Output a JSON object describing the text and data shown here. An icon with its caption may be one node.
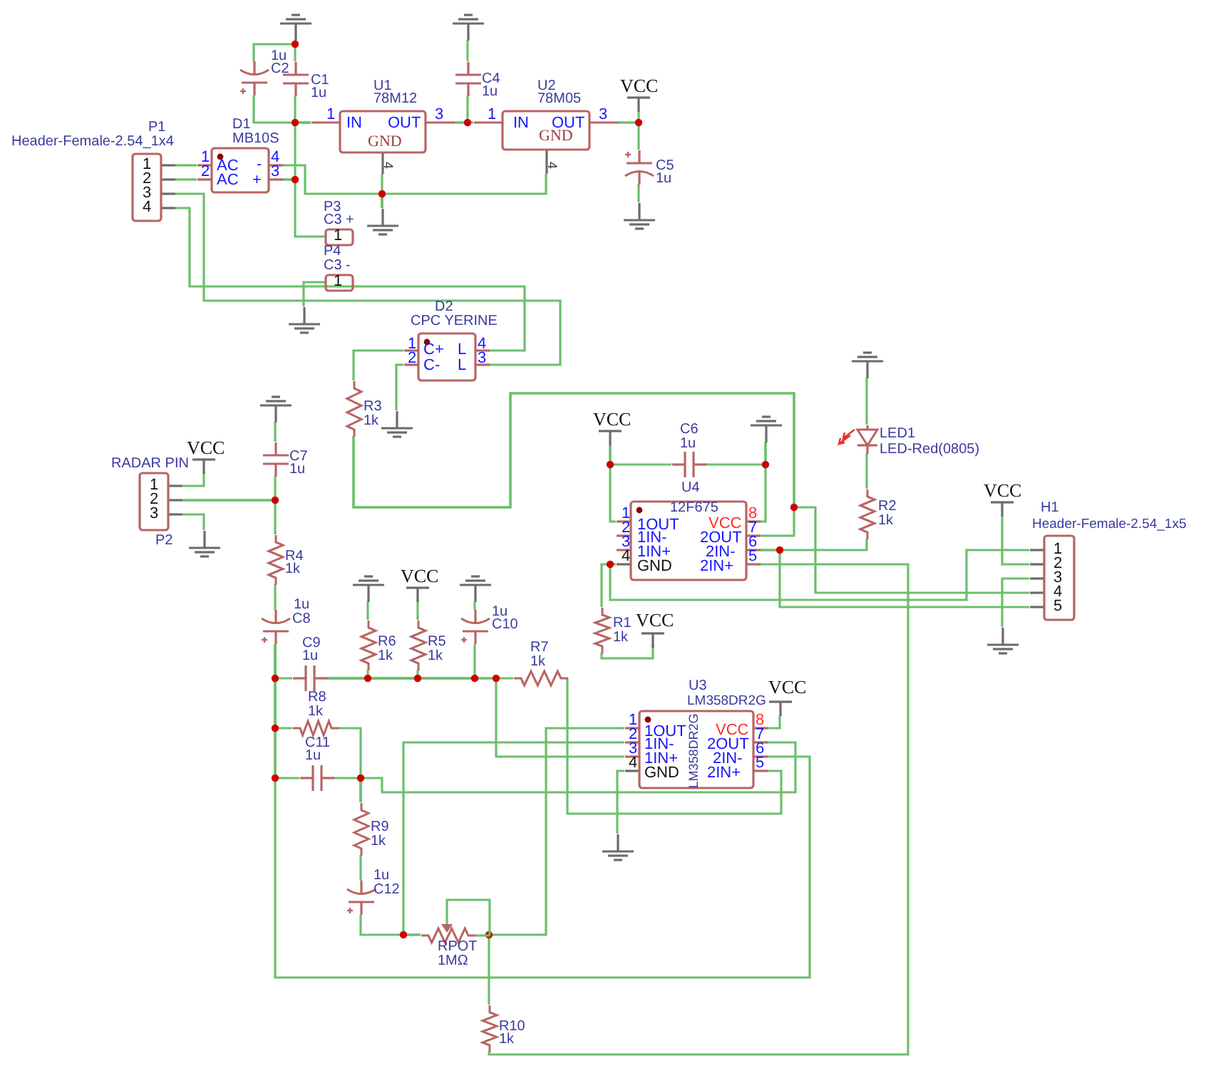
{
  "diagram": {
    "nodes": [
      {
        "text": [],
        "shape": "ground"
      },
      {
        "text": [
          "1u",
          "C2"
        ]
      },
      {
        "text": [
          "C1",
          "1u"
        ]
      },
      {
        "text": [
          "U1",
          "78M12",
          "1",
          "IN",
          "OUT",
          "3",
          "GND",
          "4"
        ]
      },
      {
        "text": [],
        "shape": "ground"
      },
      {
        "text": [
          "C4",
          "1u"
        ]
      },
      {
        "text": [
          "U2",
          "78M05",
          "1",
          "IN",
          "OUT",
          "3",
          "GND",
          "4"
        ]
      },
      {
        "text": [
          "VCC"
        ]
      },
      {
        "text": [
          "C5",
          "1u"
        ]
      },
      {
        "text": [],
        "shape": "ground"
      },
      {
        "text": [
          "P1",
          "Header-Female-2.54_1x4",
          "1",
          "2",
          "3",
          "4"
        ]
      },
      {
        "text": [
          "D1",
          "MB10S",
          "1",
          "2",
          "AC",
          "AC",
          "4",
          "3",
          "-",
          "+"
        ]
      },
      {
        "text": [],
        "shape": "ground"
      },
      {
        "text": [
          "P3",
          "C3 +",
          "1"
        ]
      },
      {
        "text": [
          "P4",
          "C3 -",
          "1"
        ]
      },
      {
        "text": [],
        "shape": "ground"
      },
      {
        "text": [
          "D2",
          "CPC YERINE",
          "1",
          "2",
          "C+",
          "C-",
          "L",
          "L",
          "4",
          "3"
        ]
      },
      {
        "text": [
          "R3",
          "1k"
        ]
      },
      {
        "text": [],
        "shape": "ground"
      },
      {
        "text": [
          "VCC"
        ]
      },
      {
        "text": [
          "RADAR PIN",
          "1",
          "2",
          "3",
          "P2"
        ]
      },
      {
        "text": [],
        "shape": "ground"
      },
      {
        "text": [],
        "shape": "ground"
      },
      {
        "text": [
          "C7",
          "1u"
        ]
      },
      {
        "text": [
          "R4",
          "1k"
        ]
      },
      {
        "text": [
          "1u",
          "C8"
        ]
      },
      {
        "text": [
          "VCC"
        ]
      },
      {
        "text": [
          "C6",
          "1u"
        ]
      },
      {
        "text": [],
        "shape": "ground"
      },
      {
        "text": [
          "U4",
          "12F675",
          "1",
          "1OUT",
          "VCC",
          "8",
          "2",
          "1IN-",
          "2OUT",
          "7",
          "3",
          "1IN+",
          "2IN-",
          "6",
          "4",
          "GND",
          "2IN+",
          "5"
        ]
      },
      {
        "text": [],
        "shape": "ground"
      },
      {
        "text": [
          "LED1",
          "LED-Red(0805)"
        ]
      },
      {
        "text": [
          "R2",
          "1k"
        ]
      },
      {
        "text": [
          "VCC"
        ]
      },
      {
        "text": [
          "H1",
          "Header-Female-2.54_1x5",
          "1",
          "2",
          "3",
          "4",
          "5"
        ]
      },
      {
        "text": [],
        "shape": "ground"
      },
      {
        "text": [
          "R1",
          "1k"
        ]
      },
      {
        "text": [
          "VCC"
        ]
      },
      {
        "text": [
          "C9",
          "1u"
        ]
      },
      {
        "text": [],
        "shape": "ground"
      },
      {
        "text": [
          "R6",
          "1k"
        ]
      },
      {
        "text": [
          "VCC"
        ]
      },
      {
        "text": [
          "R5",
          "1k"
        ]
      },
      {
        "text": [],
        "shape": "ground"
      },
      {
        "text": [
          "1u",
          "C10"
        ]
      },
      {
        "text": [
          "R7",
          "1k"
        ]
      },
      {
        "text": [
          "U3",
          "LM358DR2G",
          "1",
          "1OUT",
          "VCC",
          "8",
          "2",
          "1IN-",
          "2OUT",
          "7",
          "3",
          "1IN+",
          "2IN-",
          "6",
          "4",
          "GND",
          "2IN+",
          "5",
          "LM358DR2G"
        ]
      },
      {
        "text": [
          "VCC"
        ]
      },
      {
        "text": [],
        "shape": "ground"
      },
      {
        "text": [
          "R8",
          "1k"
        ]
      },
      {
        "text": [
          "C11",
          "1u"
        ]
      },
      {
        "text": [
          "R9",
          "1k"
        ]
      },
      {
        "text": [
          "1u",
          "C12"
        ]
      },
      {
        "text": [
          "RPOT",
          "1MΩ"
        ]
      },
      {
        "text": [
          "R10",
          "1k"
        ]
      }
    ],
    "edges": [
      {
        "from": 0,
        "to": 2,
        "arrow": "none"
      },
      {
        "from": 0,
        "to": 1,
        "arrow": "none"
      },
      {
        "from": 2,
        "to": 3,
        "arrow": "none"
      },
      {
        "from": 1,
        "to": 3,
        "arrow": "none"
      },
      {
        "from": 11,
        "to": 3,
        "arrow": "none"
      },
      {
        "from": 11,
        "to": 13,
        "arrow": "none"
      },
      {
        "from": 3,
        "to": 5,
        "arrow": "none"
      },
      {
        "from": 3,
        "to": 6,
        "arrow": "none"
      },
      {
        "from": 4,
        "to": 5,
        "arrow": "none"
      },
      {
        "from": 6,
        "to": 7,
        "arrow": "none"
      },
      {
        "from": 6,
        "to": 8,
        "arrow": "none"
      },
      {
        "from": 8,
        "to": 9,
        "arrow": "none"
      },
      {
        "from": 3,
        "to": 12,
        "arrow": "none"
      },
      {
        "from": 6,
        "to": 12,
        "arrow": "none"
      },
      {
        "from": 11,
        "to": 12,
        "arrow": "none"
      },
      {
        "from": 10,
        "to": 11,
        "arrow": "none"
      },
      {
        "from": 10,
        "to": 11,
        "arrow": "none"
      },
      {
        "from": 10,
        "to": 16,
        "arrow": "none"
      },
      {
        "from": 10,
        "to": 16,
        "arrow": "none"
      },
      {
        "from": 14,
        "to": 15,
        "arrow": "none"
      },
      {
        "from": 16,
        "to": 17,
        "arrow": "none"
      },
      {
        "from": 16,
        "to": 18,
        "arrow": "none"
      },
      {
        "from": 17,
        "to": 29,
        "arrow": "none"
      },
      {
        "from": 17,
        "to": 34,
        "arrow": "none"
      },
      {
        "from": 19,
        "to": 20,
        "arrow": "none"
      },
      {
        "from": 20,
        "to": 21,
        "arrow": "none"
      },
      {
        "from": 20,
        "to": 23,
        "arrow": "none"
      },
      {
        "from": 20,
        "to": 24,
        "arrow": "none"
      },
      {
        "from": 22,
        "to": 23,
        "arrow": "none"
      },
      {
        "from": 24,
        "to": 25,
        "arrow": "none"
      },
      {
        "from": 26,
        "to": 27,
        "arrow": "none"
      },
      {
        "from": 26,
        "to": 29,
        "arrow": "none"
      },
      {
        "from": 27,
        "to": 28,
        "arrow": "none"
      },
      {
        "from": 29,
        "to": 28,
        "arrow": "none"
      },
      {
        "from": 29,
        "to": 36,
        "arrow": "none"
      },
      {
        "from": 29,
        "to": 34,
        "arrow": "none"
      },
      {
        "from": 36,
        "to": 37,
        "arrow": "none"
      },
      {
        "from": 33,
        "to": 34,
        "arrow": "none"
      },
      {
        "from": 34,
        "to": 35,
        "arrow": "none"
      },
      {
        "from": 29,
        "to": 32,
        "arrow": "none"
      },
      {
        "from": 34,
        "to": 29,
        "arrow": "none"
      },
      {
        "from": 32,
        "to": 31,
        "arrow": "none"
      },
      {
        "from": 31,
        "to": 30,
        "arrow": "none"
      },
      {
        "from": 29,
        "to": 54,
        "arrow": "none"
      },
      {
        "from": 25,
        "to": 38,
        "arrow": "none"
      },
      {
        "from": 25,
        "to": 49,
        "arrow": "none"
      },
      {
        "from": 25,
        "to": 50,
        "arrow": "none"
      },
      {
        "from": 46,
        "to": 25,
        "arrow": "none"
      },
      {
        "from": 38,
        "to": 40,
        "arrow": "none"
      },
      {
        "from": 38,
        "to": 42,
        "arrow": "none"
      },
      {
        "from": 38,
        "to": 44,
        "arrow": "none"
      },
      {
        "from": 38,
        "to": 45,
        "arrow": "none"
      },
      {
        "from": 38,
        "to": 46,
        "arrow": "none"
      },
      {
        "from": 39,
        "to": 40,
        "arrow": "none"
      },
      {
        "from": 41,
        "to": 42,
        "arrow": "none"
      },
      {
        "from": 43,
        "to": 44,
        "arrow": "none"
      },
      {
        "from": 45,
        "to": 46,
        "arrow": "none"
      },
      {
        "from": 46,
        "to": 48,
        "arrow": "none"
      },
      {
        "from": 47,
        "to": 46,
        "arrow": "none"
      },
      {
        "from": 49,
        "to": 51,
        "arrow": "none"
      },
      {
        "from": 50,
        "to": 51,
        "arrow": "none"
      },
      {
        "from": 46,
        "to": 51,
        "arrow": "none"
      },
      {
        "from": 51,
        "to": 52,
        "arrow": "none"
      },
      {
        "from": 52,
        "to": 53,
        "arrow": "none"
      },
      {
        "from": 46,
        "to": 53,
        "arrow": "none"
      },
      {
        "from": 53,
        "to": 46,
        "arrow": "none"
      },
      {
        "from": 53,
        "to": 54,
        "arrow": "none"
      }
    ]
  }
}
